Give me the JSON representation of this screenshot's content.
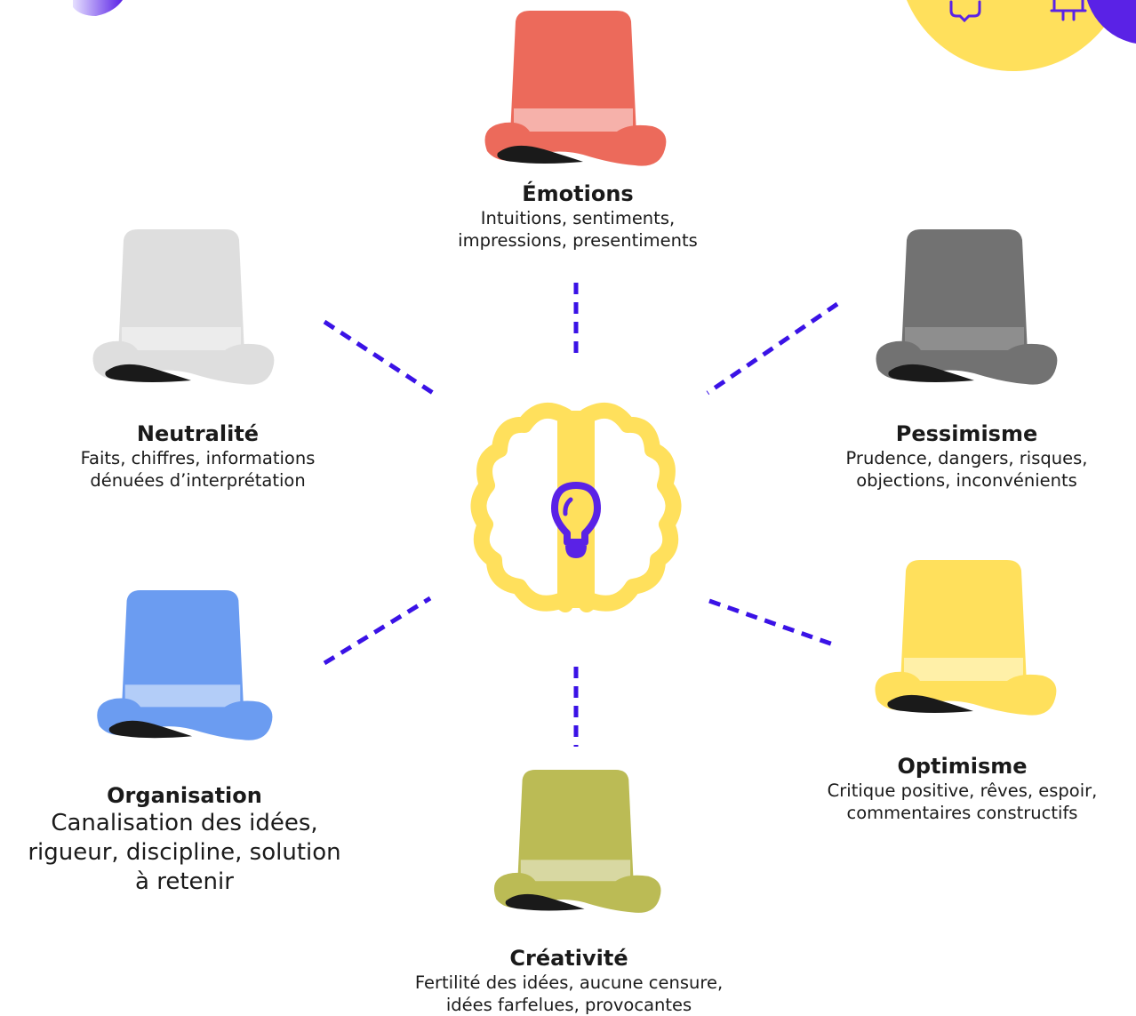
{
  "hats": [
    {
      "key": "emotions",
      "title": "Émotions",
      "desc": "Intuitions, sentiments,\nimpressions, presentiments",
      "color": "#ec6a5b",
      "band": "#f6b1aa"
    },
    {
      "key": "neutralite",
      "title": "Neutralité",
      "desc": "Faits, chiffres, informations\ndénuées d’interprétation",
      "color": "#dedede",
      "band": "#ececec"
    },
    {
      "key": "pessimisme",
      "title": "Pessimisme",
      "desc": "Prudence, dangers, risques,\nobjections, inconvénients",
      "color": "#727272",
      "band": "#8e8e8e"
    },
    {
      "key": "organisation",
      "title": "Organisation",
      "desc": "Canalisation des idées,\nrigueur, discipline, solution\nà retenir",
      "color": "#6b9cf1",
      "band": "#b3cdf8"
    },
    {
      "key": "optimisme",
      "title": "Optimisme",
      "desc": "Critique positive, rêves, espoir,\ncommentaires constructifs",
      "color": "#ffe05c",
      "band": "#fff0a8"
    },
    {
      "key": "creativite",
      "title": "Créativité",
      "desc": "Fertilité des idées, aucune censure,\nidées farfelues, provocantes",
      "color": "#bbbb55",
      "band": "#d8d8a2"
    }
  ],
  "colors": {
    "connector": "#3a12e6",
    "brain": "#ffe05c",
    "bulb": "#5a22e6",
    "hat_brim_shadow": "#1a1a1a",
    "corner_yellow": "#ffe05c",
    "corner_purple": "#5a22e6"
  },
  "icons": {
    "center": "brain-lightbulb-icon",
    "corner": [
      "chat-icon",
      "presentation-board-icon"
    ]
  }
}
